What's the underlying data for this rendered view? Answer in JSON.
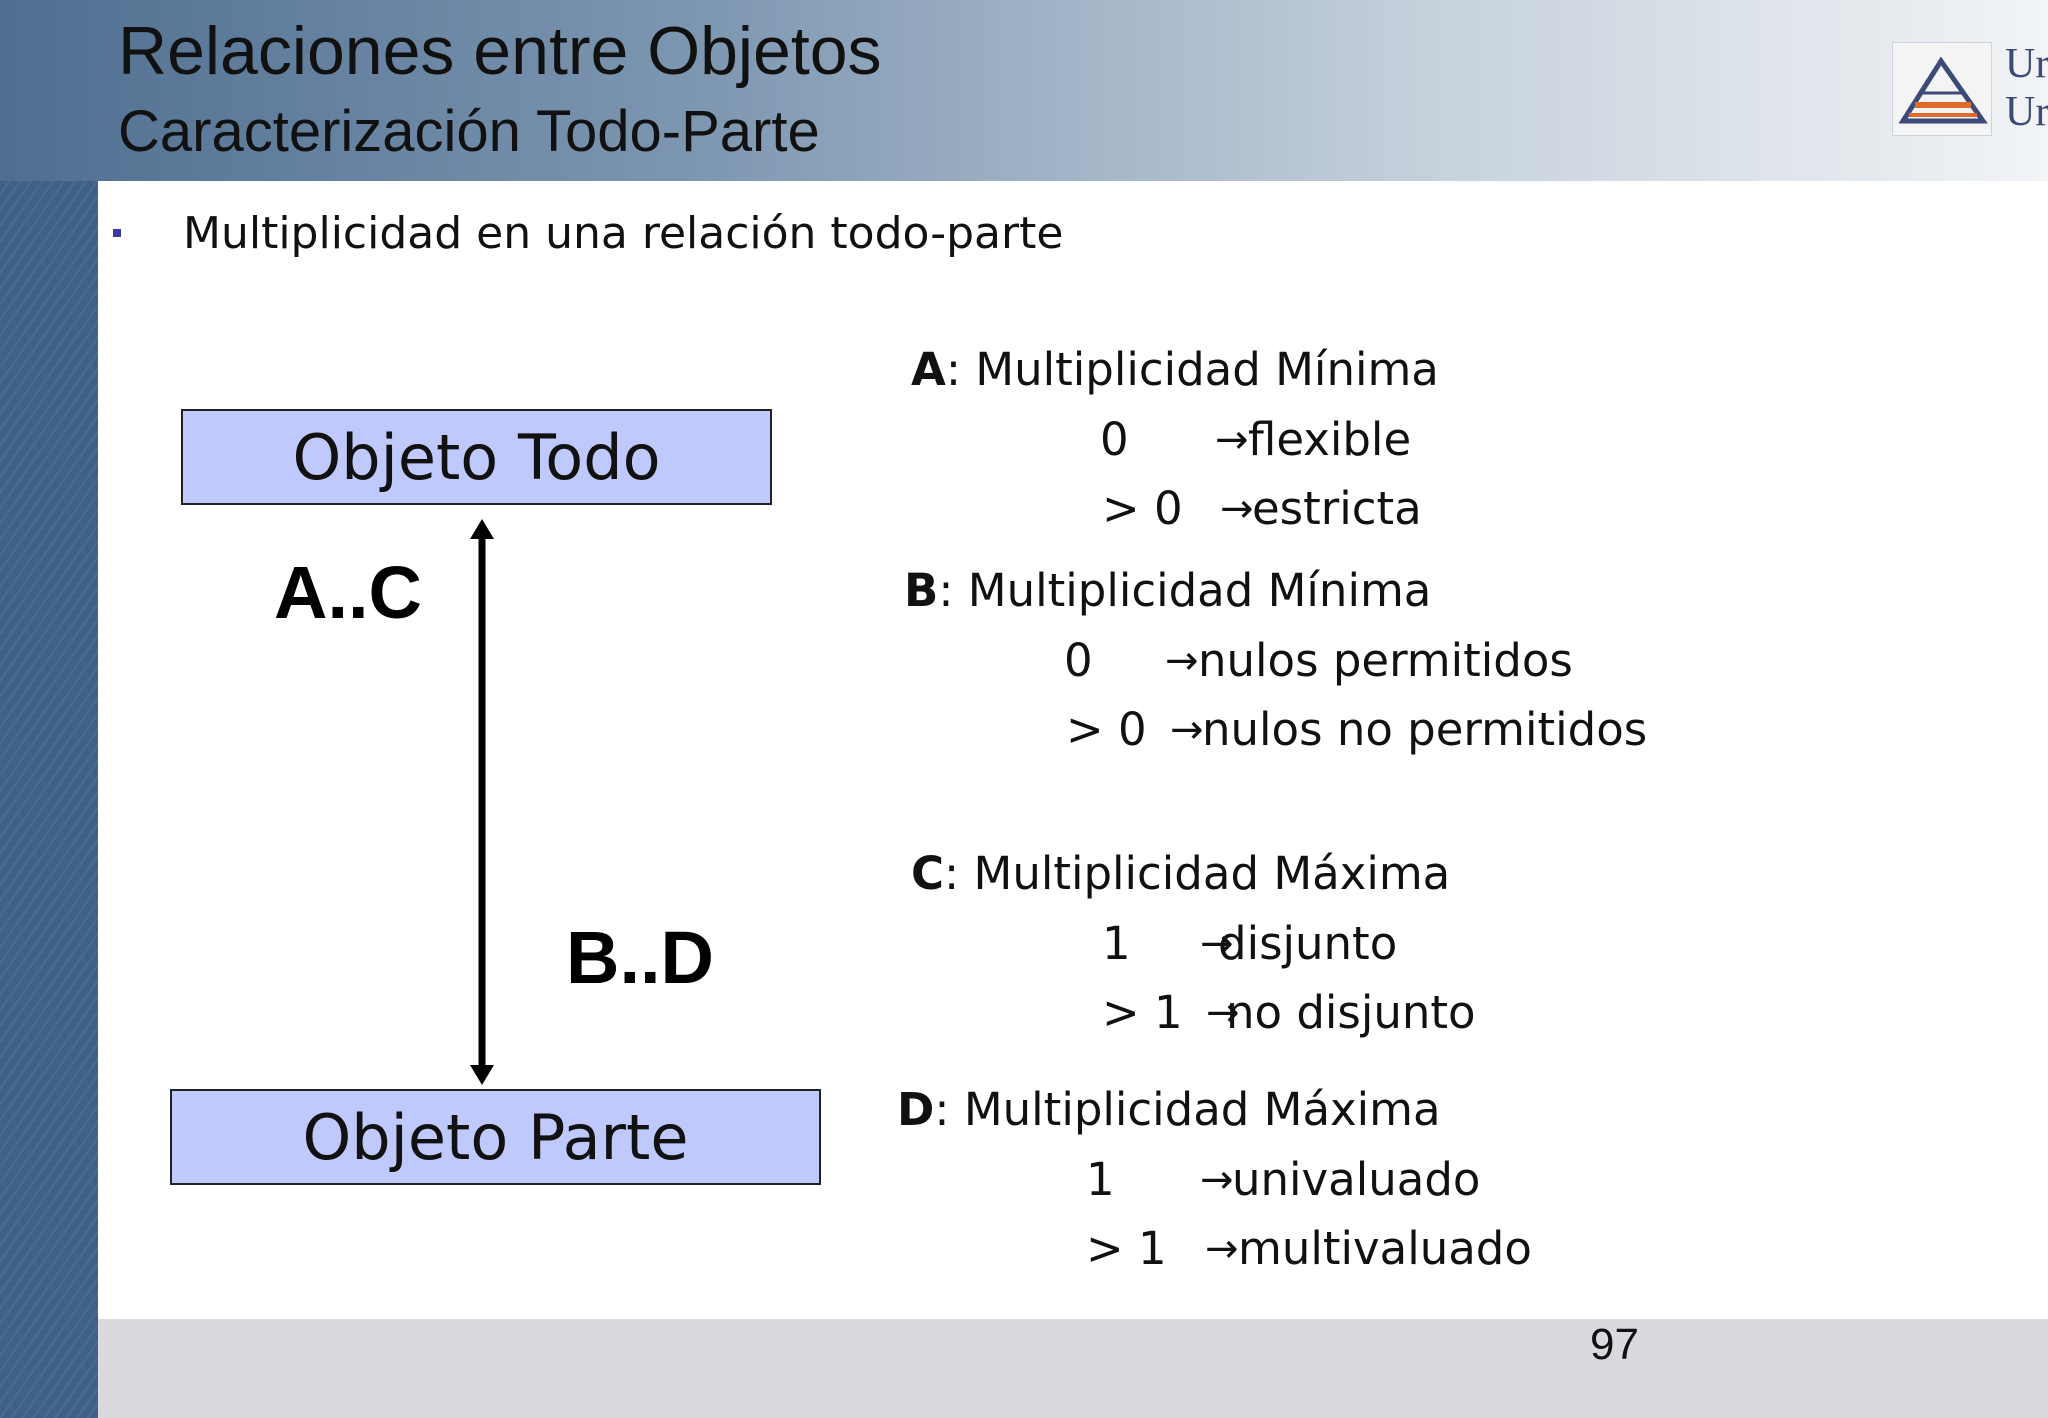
{
  "header": {
    "title": "Relaciones entre Objetos",
    "subtitle": "Caracterización Todo-Parte",
    "logo_text_line1": "Ur",
    "logo_text_line2": "Ur"
  },
  "bullet": {
    "text": "Multiplicidad en una relación todo-parte"
  },
  "diagram": {
    "whole_box": "Objeto Todo",
    "part_box": "Objeto Parte",
    "upper_label": "A..C",
    "lower_label": "B..D"
  },
  "legend": {
    "A": {
      "key": "A",
      "title": ": Multiplicidad Mínima",
      "rows": [
        {
          "value": "0",
          "meaning": "flexible"
        },
        {
          "value": "> 0",
          "meaning": "estricta"
        }
      ]
    },
    "B": {
      "key": "B",
      "title": ": Multiplicidad Mínima",
      "rows": [
        {
          "value": "0",
          "meaning": "nulos permitidos"
        },
        {
          "value": "> 0",
          "meaning": "nulos no permitidos"
        }
      ]
    },
    "C": {
      "key": "C",
      "title": ": Multiplicidad Máxima",
      "rows": [
        {
          "value": "1",
          "meaning": "disjunto"
        },
        {
          "value": "> 1",
          "meaning": "no disjunto"
        }
      ]
    },
    "D": {
      "key": "D",
      "title": ": Multiplicidad Máxima",
      "rows": [
        {
          "value": "1",
          "meaning": "univaluado"
        },
        {
          "value": "> 1",
          "meaning": "multivaluado"
        }
      ]
    },
    "arrow_glyph": "→"
  },
  "footer": {
    "page_number": "97"
  }
}
